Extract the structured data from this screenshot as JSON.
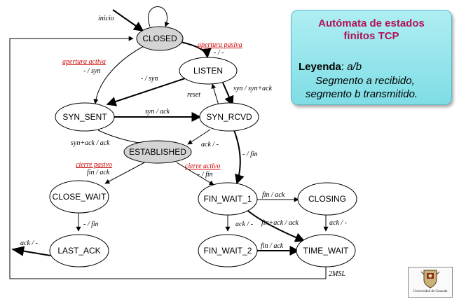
{
  "legend": {
    "title_line1": "Autómata de estados",
    "title_line2": "finitos TCP",
    "key": "Leyenda",
    "key_value": "a/b",
    "line2": "Segmento a recibido,",
    "line3": "segmento b transmitido."
  },
  "logo": {
    "caption": "Universidad de Granada"
  },
  "states": {
    "closed": "CLOSED",
    "listen": "LISTEN",
    "syn_sent": "SYN_SENT",
    "syn_rcvd": "SYN_RCVD",
    "established": "ESTABLISHED",
    "close_wait": "CLOSE_WAIT",
    "last_ack": "LAST_ACK",
    "fin_wait_1": "FIN_WAIT_1",
    "fin_wait_2": "FIN_WAIT_2",
    "closing": "CLOSING",
    "time_wait": "TIME_WAIT"
  },
  "labels": {
    "inicio": "inicio",
    "apertura_pasiva": "apertura pasiva",
    "dash_dash": "- / -",
    "apertura_activa": "apertura activa",
    "dash_syn_1": "- / syn",
    "dash_syn_2": "- / syn",
    "reset": "reset",
    "syn_synack": "syn / syn+ack",
    "syn_ack": "syn / ack",
    "synack_ack": "syn+ack / ack",
    "ack_dash_est": "ack / -",
    "dash_fin_rcvd": "- / fin",
    "cierre_pasivo": "cierre pasivo",
    "fin_ack_cw": "fin / ack",
    "cierre_activo": "cierre activo",
    "dash_fin_fw1": "- / fin",
    "fin_ack_closing": "fin / ack",
    "finack_ack": "fin+ack / ack",
    "ack_dash_fw2": "ack / -",
    "ack_dash_closing": "ack / -",
    "dash_fin_lastack": "- / fin",
    "ack_dash_lastack": "ack / -",
    "fin_ack_tw": "fin / ack",
    "msl": "2MSL"
  }
}
